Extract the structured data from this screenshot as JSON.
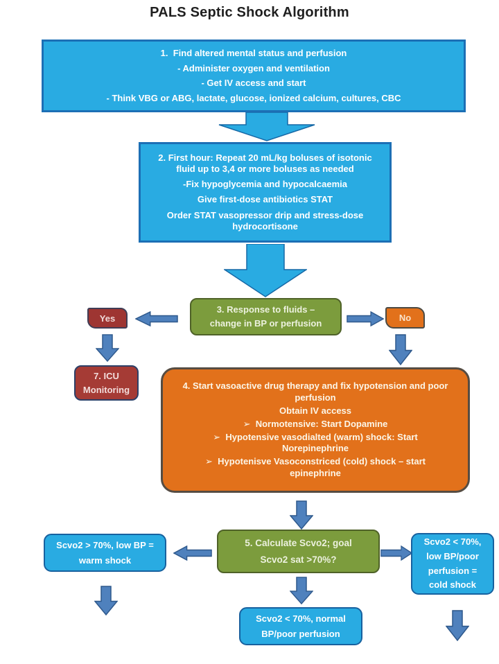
{
  "title": "PALS Septic Shock Algorithm",
  "colors": {
    "box_blue": "#29ABE2",
    "box_blue_border": "#1C6FB5",
    "green": "#7C9C3D",
    "green_border": "#4F6228",
    "orange": "#E2711B",
    "orange_border": "#564C42",
    "yes_dark_red": "#9E3532",
    "icu_brick_red": "#A53B35",
    "icu_border_navy": "#2C4068",
    "small_arrow_blue": "#4F81BD",
    "big_arrow_cyan": "#29ABE2",
    "text_white": "#FFFFFF"
  },
  "flowchart": {
    "box1": {
      "paragraphs": [
        "1.  Find altered mental status and perfusion",
        "- Administer oxygen and ventilation",
        "- Get IV access and start",
        "- Think VBG or ABG, lactate, glucose, ionized calcium, cultures, CBC"
      ]
    },
    "box2": {
      "paragraphs": [
        "2. First hour: Repeat 20 mL/kg boluses of isotonic\nfluid up to 3,4 or more boluses as needed",
        "-Fix hypoglycemia and hypocalcaemia",
        "Give first-dose antibiotics STAT",
        "Order STAT vasopressor drip and stress-dose\nhydrocortisone"
      ]
    },
    "box3": {
      "text": "3. Response to fluids –\nchange in BP or perfusion"
    },
    "yes_label": "Yes",
    "no_label": "No",
    "box7": {
      "text": "7. ICU\nMonitoring"
    },
    "box4": {
      "paragraphs": [
        "4. Start vasoactive drug therapy and fix hypotension and poor\nperfusion",
        "Obtain IV access",
        "➢  Normotensive: Start Dopamine",
        "➢  Hypotensive vasodialted (warm) shock: Start\nNorepinephrine",
        "➢  Hypotenisve Vasoconstriced (cold) shock – start\nepinephrine"
      ]
    },
    "box5": {
      "text": "5. Calculate Scvo2; goal\nScvo2 sat >70%?"
    },
    "warm_shock": {
      "text": "Scvo2 > 70%, low BP =\nwarm shock"
    },
    "cold_shock": {
      "text": "Scvo2 < 70%,\nlow BP/poor\nperfusion =\ncold shock"
    },
    "normal_bp": {
      "text": "Scvo2 < 70%, normal\nBP/poor perfusion"
    }
  }
}
